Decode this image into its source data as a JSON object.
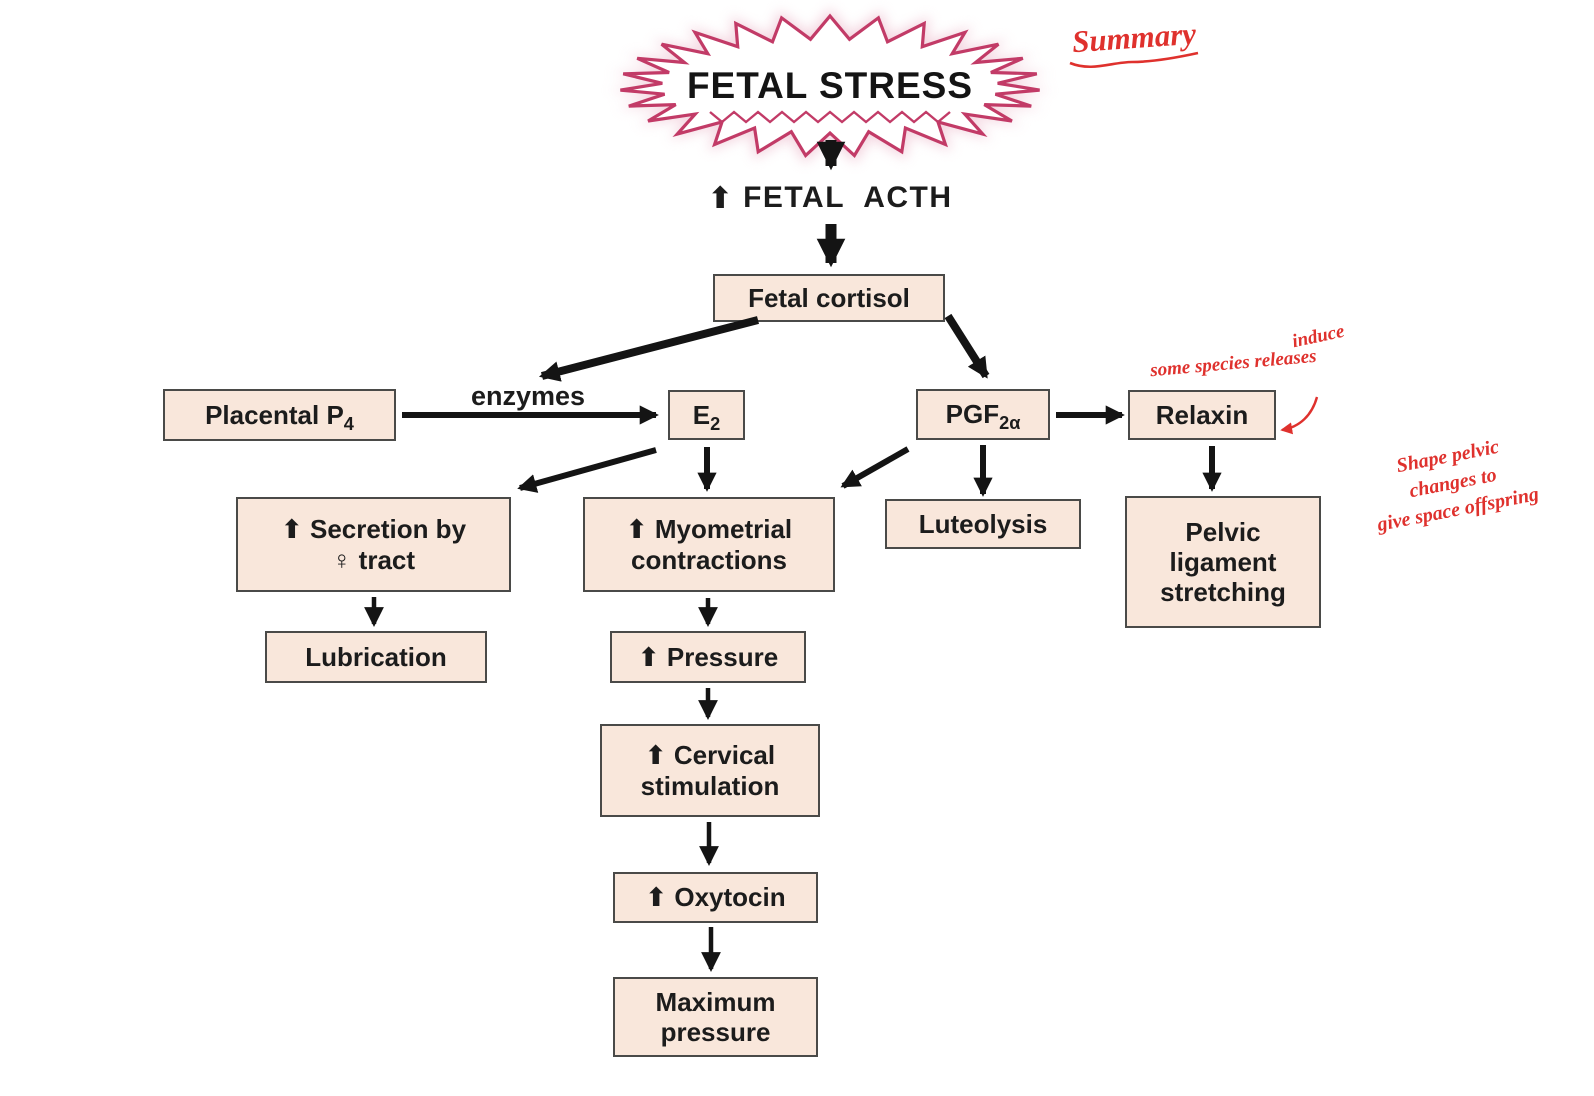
{
  "colors": {
    "box_fill": "#f9e7db",
    "box_border": "#4a4a48",
    "arrow": "#141414",
    "text": "#1c1c1c",
    "starburst_stroke": "#c23b67",
    "starburst_glow": "#f2cfdb",
    "annotation": "#df312d"
  },
  "starburst": {
    "label": "FETAL STRESS"
  },
  "labels": {
    "fetal_acth": {
      "up_arrow": "⬆",
      "text": "FETAL ACTH"
    },
    "enzymes": "enzymes"
  },
  "nodes": {
    "fetal_cortisol": {
      "text": "Fetal cortisol"
    },
    "placental_p4": {
      "main": "Placental P",
      "sub": "4"
    },
    "e2": {
      "main": "E",
      "sub": "2"
    },
    "pgf2a": {
      "main": "PGF",
      "sub": "2α"
    },
    "relaxin": {
      "text": "Relaxin"
    },
    "secretion_by_tract": {
      "line1": "⬆ Secretion by",
      "line2": "♀ tract"
    },
    "myometrial_contractions": {
      "line1": "⬆ Myometrial",
      "line2": "contractions"
    },
    "luteolysis": {
      "text": "Luteolysis"
    },
    "pelvic_ligament_stretching": {
      "line1": "Pelvic",
      "line2": "ligament",
      "line3": "stretching"
    },
    "lubrication": {
      "text": "Lubrication"
    },
    "pressure": {
      "text": "⬆ Pressure"
    },
    "cervical_stimulation": {
      "line1": "⬆ Cervical",
      "line2": "stimulation"
    },
    "oxytocin": {
      "text": "⬆ Oxytocin"
    },
    "maximum_pressure": {
      "line1": "Maximum",
      "line2": "pressure"
    }
  },
  "handwritten": {
    "summary": "Summary",
    "induce": "induce",
    "some_species": "some species releases",
    "pelvic_note_line1": "Shape pelvic",
    "pelvic_note_line2": "changes to",
    "pelvic_note_line3": "give space offspring"
  }
}
